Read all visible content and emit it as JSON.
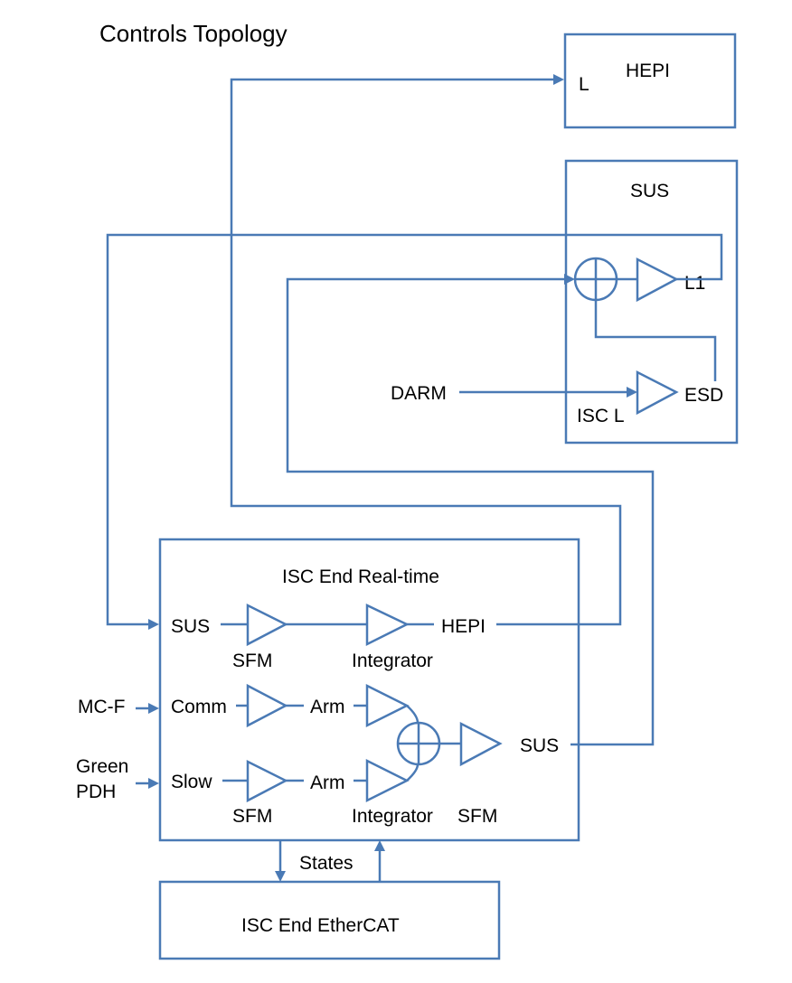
{
  "title": "Controls Topology",
  "colors": {
    "line": "#4a7ab5",
    "text": "#000000",
    "background": "#ffffff"
  },
  "hepi_box": {
    "title": "HEPI",
    "input_label": "L"
  },
  "sus_box": {
    "title": "SUS",
    "l1_label": "L1",
    "esd_label": "ESD",
    "isc_l_label": "ISC L",
    "darm_label": "DARM"
  },
  "realtime_box": {
    "title": "ISC End Real-time",
    "sus_in_label": "SUS",
    "hepi_out_label": "HEPI",
    "sfm_label_1": "SFM",
    "integrator_label_1": "Integrator",
    "comm_label": "Comm",
    "arm_label_1": "Arm",
    "slow_label": "Slow",
    "arm_label_2": "Arm",
    "sfm_label_2": "SFM",
    "integrator_label_2": "Integrator",
    "sfm_label_3": "SFM",
    "sus_out_label": "SUS"
  },
  "inputs": {
    "mcf_label": "MC-F",
    "green_label": "Green",
    "pdh_label": "PDH"
  },
  "states_label": "States",
  "ethercat_box": {
    "title": "ISC End EtherCAT"
  },
  "icons": [
    "amplifier-triangle-icon",
    "summing-junction-icon",
    "arrowhead-icon"
  ]
}
